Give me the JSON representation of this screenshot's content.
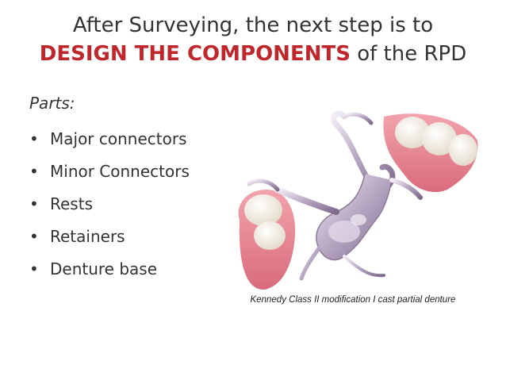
{
  "slide": {
    "title_line1": "After Surveying, the next step is to",
    "title_highlight": "DESIGN THE COMPONENTS",
    "title_rest": " of the RPD",
    "parts_label": "Parts:",
    "bullet_glyph": "•",
    "parts": [
      "Major connectors",
      "Minor Connectors",
      "Rests",
      "Retainers",
      "Denture base"
    ],
    "caption": "Kennedy Class II modification I cast partial denture",
    "colors": {
      "highlight": "#c0272d",
      "text": "#333333"
    }
  }
}
